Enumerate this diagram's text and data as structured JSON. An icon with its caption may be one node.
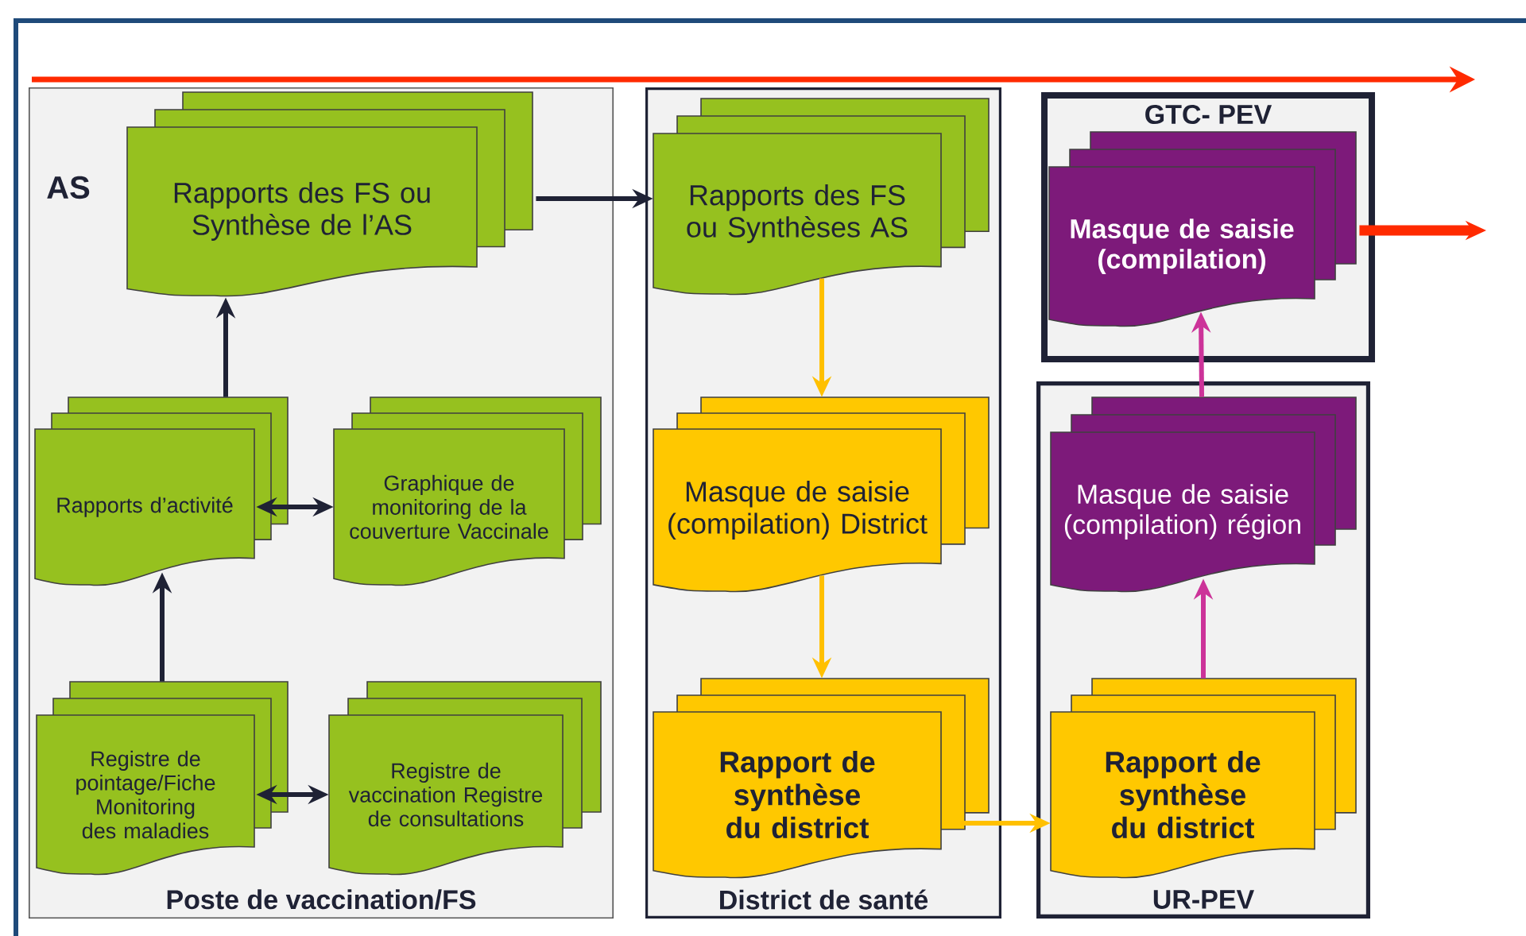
{
  "diagram": {
    "nodes": [
      {
        "text": [
          "Poste de vaccination/FS"
        ]
      },
      {
        "text": [
          "District de santé"
        ]
      },
      {
        "text": [
          "GTC- PEV"
        ]
      },
      {
        "text": [
          "UR-PEV"
        ]
      },
      {
        "text": [
          "Rapports des FS ou Synthèse de l’AS"
        ],
        "in": 0
      },
      {
        "text": [
          "Rapports d’activité"
        ],
        "in": 0
      },
      {
        "text": [
          "Graphique de monitoring de la couverture Vaccinale"
        ],
        "in": 0
      },
      {
        "text": [
          "Registre de pointage/Fiche Monitoring des maladies"
        ],
        "in": 0
      },
      {
        "text": [
          "Registre de vaccination Registre de consultations"
        ],
        "in": 0
      },
      {
        "text": [
          "Rapports des FS ou Synthèses AS"
        ],
        "in": 1
      },
      {
        "text": [
          "Masque de saisie (compilation) District"
        ],
        "in": 1
      },
      {
        "text": [
          "Rapport de synthèse du district"
        ],
        "in": 1
      },
      {
        "text": [
          "Masque de saisie (compilation)"
        ],
        "in": 2
      },
      {
        "text": [
          "Masque de saisie (compilation) région"
        ],
        "in": 3
      },
      {
        "text": [
          "Rapport de synthèse du district"
        ],
        "in": 3
      }
    ],
    "edges": [
      {
        "from": 4,
        "to": 9,
        "arrow": "to"
      },
      {
        "from": 5,
        "to": 4,
        "arrow": "to"
      },
      {
        "from": 5,
        "to": 6,
        "arrow": "both"
      },
      {
        "from": 7,
        "to": 5,
        "arrow": "to"
      },
      {
        "from": 7,
        "to": 8,
        "arrow": "both"
      },
      {
        "from": 9,
        "to": 10,
        "arrow": "to",
        "color": "#ffc000"
      },
      {
        "from": 10,
        "to": 11,
        "arrow": "to",
        "color": "#ffc000"
      },
      {
        "from": 11,
        "to": 14,
        "arrow": "to",
        "color": "#ffc000"
      },
      {
        "from": 14,
        "to": 13,
        "arrow": "to",
        "color": "#cc3399"
      },
      {
        "from": 13,
        "to": 12,
        "arrow": "to",
        "color": "#cc3399"
      },
      {
        "from": 12,
        "to": null,
        "arrow": "to",
        "style": "thick",
        "color": "#ff2a00"
      }
    ],
    "labels": [
      "AS"
    ]
  }
}
